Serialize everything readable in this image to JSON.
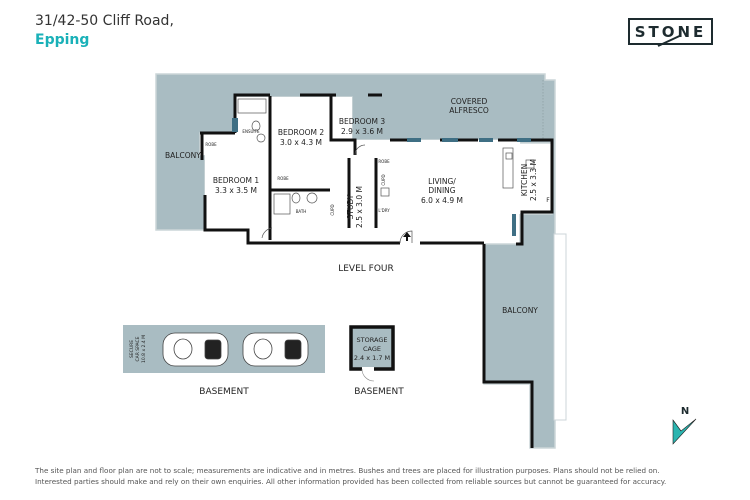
{
  "header": {
    "address": "31/42-50 Cliff Road,",
    "suburb": "Epping",
    "suburb_color": "#1ab1b8"
  },
  "logo": {
    "text": "STONE"
  },
  "floorplan": {
    "level_label": "LEVEL FOUR",
    "rooms": [
      {
        "name": "BEDROOM 1",
        "size": "3.3 x 3.5 M"
      },
      {
        "name": "BEDROOM 2",
        "size": "3.0 x 4.3 M"
      },
      {
        "name": "BEDROOM 3",
        "size": "2.9 x 3.6 M"
      },
      {
        "name": "STUDY",
        "size": "2.5 x 3.0 M"
      },
      {
        "name": "LIVING/",
        "name2": "DINING",
        "size": "6.0 x 4.9 M"
      },
      {
        "name": "KITCHEN",
        "size": "2.5 x 3.3 M"
      }
    ],
    "small_labels": {
      "ensuite": "ENSUITE",
      "robe": "ROBE",
      "bath": "BATH",
      "cupd": "CUPD",
      "ldry": "L'DRY",
      "fridge": "F"
    },
    "outdoor": {
      "balcony_left": "BALCONY",
      "covered_alfresco_1": "COVERED",
      "covered_alfresco_2": "ALFRESCO",
      "balcony_right": "BALCONY"
    },
    "colors": {
      "balcony_fill": "#a9bcc2",
      "wall": "#111111",
      "window": "#3f6f84"
    }
  },
  "basement": {
    "car_space": {
      "line1": "SECURE",
      "line2": "CAR SPACE",
      "line3": "10.8 x 2.4 M",
      "label": "BASEMENT"
    },
    "storage": {
      "line1": "STORAGE",
      "line2": "CAGE",
      "line3": "2.4 x 1.7 M",
      "label": "BASEMENT"
    }
  },
  "compass": {
    "label": "N",
    "accent": "#2bb5b0"
  },
  "disclaimer": {
    "line1": "The site plan and floor plan are not to scale; measurements are indicative and in metres. Bushes and trees are placed for illustration purposes. Plans should not be relied on.",
    "line2": "Interested parties should make and rely on their own enquiries. All other information provided has been collected from reliable sources but cannot be guaranteed for accuracy."
  }
}
